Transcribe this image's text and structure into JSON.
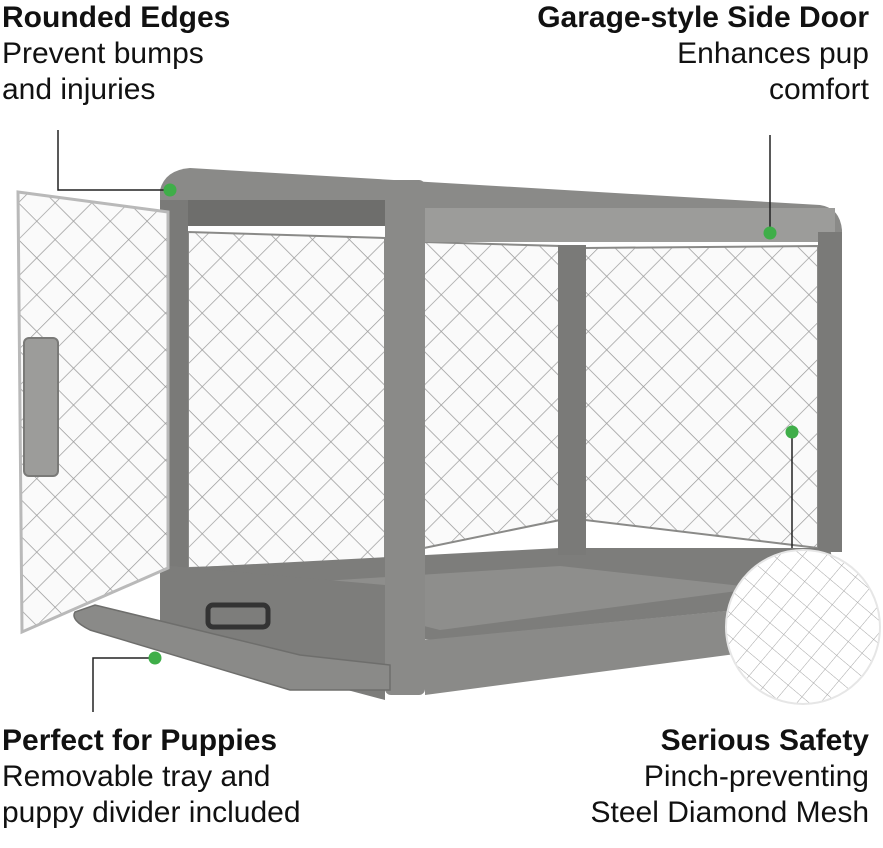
{
  "callouts": {
    "rounded_edges": {
      "title": "Rounded Edges",
      "desc_line1": "Prevent bumps",
      "desc_line2": "and injuries"
    },
    "garage_door": {
      "title": "Garage-style Side Door",
      "desc_line1": "Enhances pup",
      "desc_line2": "comfort"
    },
    "puppies": {
      "title": "Perfect for Puppies",
      "desc_line1": "Removable tray and",
      "desc_line2": "puppy divider included"
    },
    "safety": {
      "title": "Serious Safety",
      "desc_line1": "Pinch-preventing",
      "desc_line2": "Steel Diamond Mesh"
    }
  },
  "colors": {
    "marker": "#3fae49",
    "frame": "#8a8a88",
    "frame_dark": "#6e6e6c",
    "mesh": "#9a9a9a",
    "leader": "#222222"
  },
  "icons": {
    "product": "dog-crate-illustration",
    "marker": "green-dot-marker"
  }
}
